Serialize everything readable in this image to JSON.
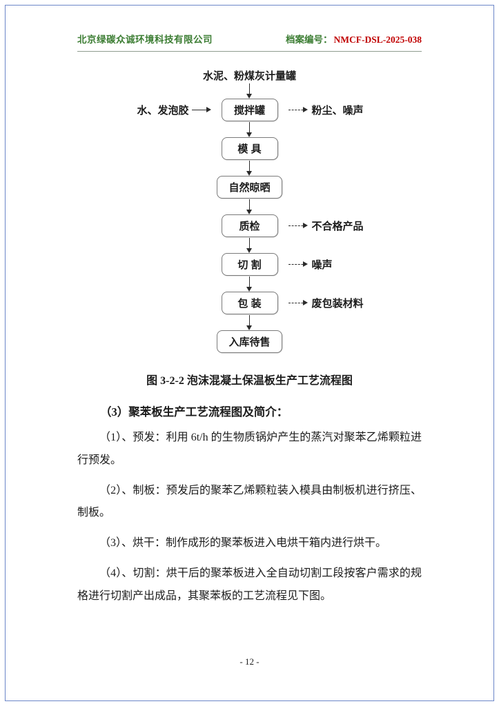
{
  "header": {
    "company": "北京绿碳众诚环境科技有限公司",
    "archive_label": "档案编号：",
    "archive_code": "NMCF-DSL-2025-038"
  },
  "flowchart": {
    "top_input": "水泥、粉煤灰计量罐",
    "left_input": "水、发泡胶",
    "nodes": [
      {
        "label": "搅拌罐",
        "output": "粉尘、噪声"
      },
      {
        "label": "模 具"
      },
      {
        "label": "自然晾晒"
      },
      {
        "label": "质检",
        "output": "不合格产品"
      },
      {
        "label": "切 割",
        "output": "噪声"
      },
      {
        "label": "包 装",
        "output": "废包装材料"
      },
      {
        "label": "入库待售"
      }
    ],
    "caption": "图 3-2-2 泡沫混凝土保温板生产工艺流程图"
  },
  "body": {
    "heading": "（3）聚苯板生产工艺流程图及简介：",
    "paragraphs": [
      "（1）、预发：利用 6t/h 的生物质锅炉产生的蒸汽对聚苯乙烯颗粒进行预发。",
      "（2）、制板：预发后的聚苯乙烯颗粒装入模具由制板机进行挤压、制板。",
      "（3）、烘干：制作成形的聚苯板进入电烘干箱内进行烘干。",
      "（4）、切割：烘干后的聚苯板进入全自动切割工段按客户需求的规格进行切割产出成品，其聚苯板的工艺流程见下图。"
    ]
  },
  "footer": {
    "page_number": "- 12 -"
  }
}
